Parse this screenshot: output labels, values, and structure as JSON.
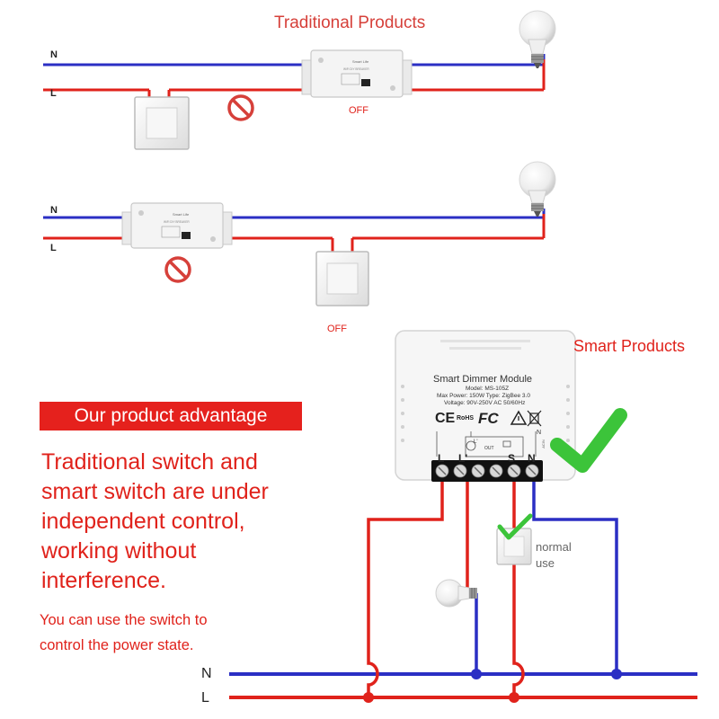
{
  "traditional": {
    "title": "Traditional Products",
    "wire_n": "N",
    "wire_l": "L",
    "off_label": "OFF",
    "relay_brand": "Smart Life",
    "relay_spec": "WiFi DIY BREAKER"
  },
  "smart": {
    "title": "Smart Products",
    "module_title": "Smart Dimmer Module",
    "model": "Model: MS-105Z",
    "power_type": "Max Power: 150W    Type: ZigBee 3.0",
    "voltage": "Voltage: 90V-250V AC 50/60Hz",
    "cert_ce": "CE",
    "cert_fc": "FC",
    "cert_rohs": "RoHS",
    "terminals": [
      "L",
      "L'",
      "S",
      "N"
    ],
    "diagram_l_prime": "L'",
    "diagram_n": "N",
    "diagram_out": "OUT",
    "diagram_acin": "ACIN",
    "normal_use_line1": "normal",
    "normal_use_line2": "use",
    "bottom_n": "N",
    "bottom_l": "L"
  },
  "advantage": {
    "heading": "Our product advantage",
    "line1": "Traditional switch and",
    "line2": "smart switch are under",
    "line3": "independent control,",
    "line4": "working without",
    "line5": "interference.",
    "sub1": "You can use the switch to",
    "sub2": "control the power state."
  },
  "colors": {
    "neutral_wire": "#2b2fc4",
    "live_wire": "#e0221b",
    "check_green": "#3cc43a",
    "accent_red": "#e5211d"
  }
}
